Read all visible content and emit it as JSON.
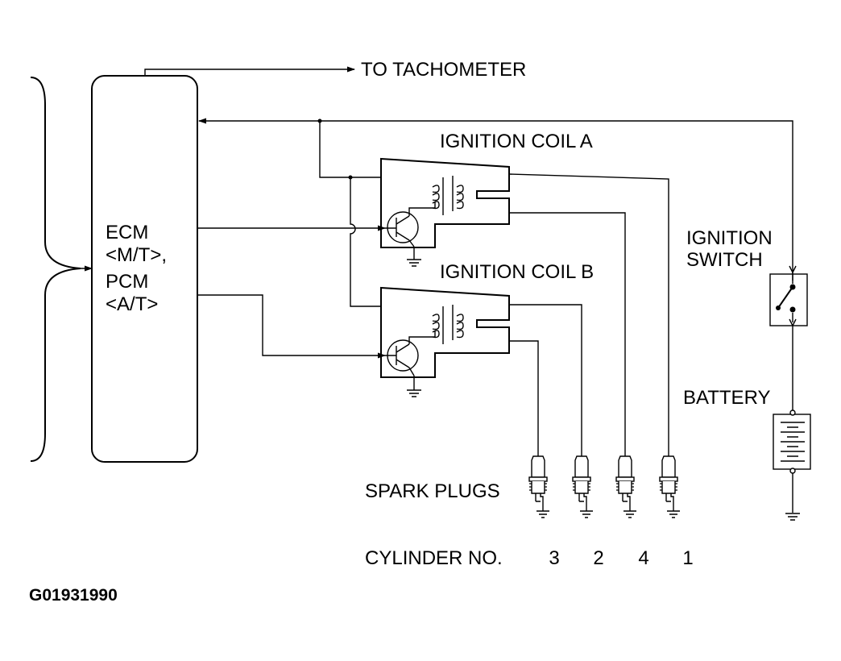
{
  "labels": {
    "tachometer": "TO TACHOMETER",
    "coil_a": "IGNITION COIL A",
    "coil_b": "IGNITION COIL B",
    "ecm_line1": "ECM",
    "ecm_line2": "<M/T>,",
    "ecm_line3": "PCM",
    "ecm_line4": "<A/T>",
    "ignition_switch_line1": "IGNITION",
    "ignition_switch_line2": "SWITCH",
    "battery": "BATTERY",
    "spark_plugs": "SPARK PLUGS",
    "cylinder_no": "CYLINDER NO.",
    "figure_id": "G01931990"
  },
  "cylinders": [
    "3",
    "2",
    "4",
    "1"
  ]
}
